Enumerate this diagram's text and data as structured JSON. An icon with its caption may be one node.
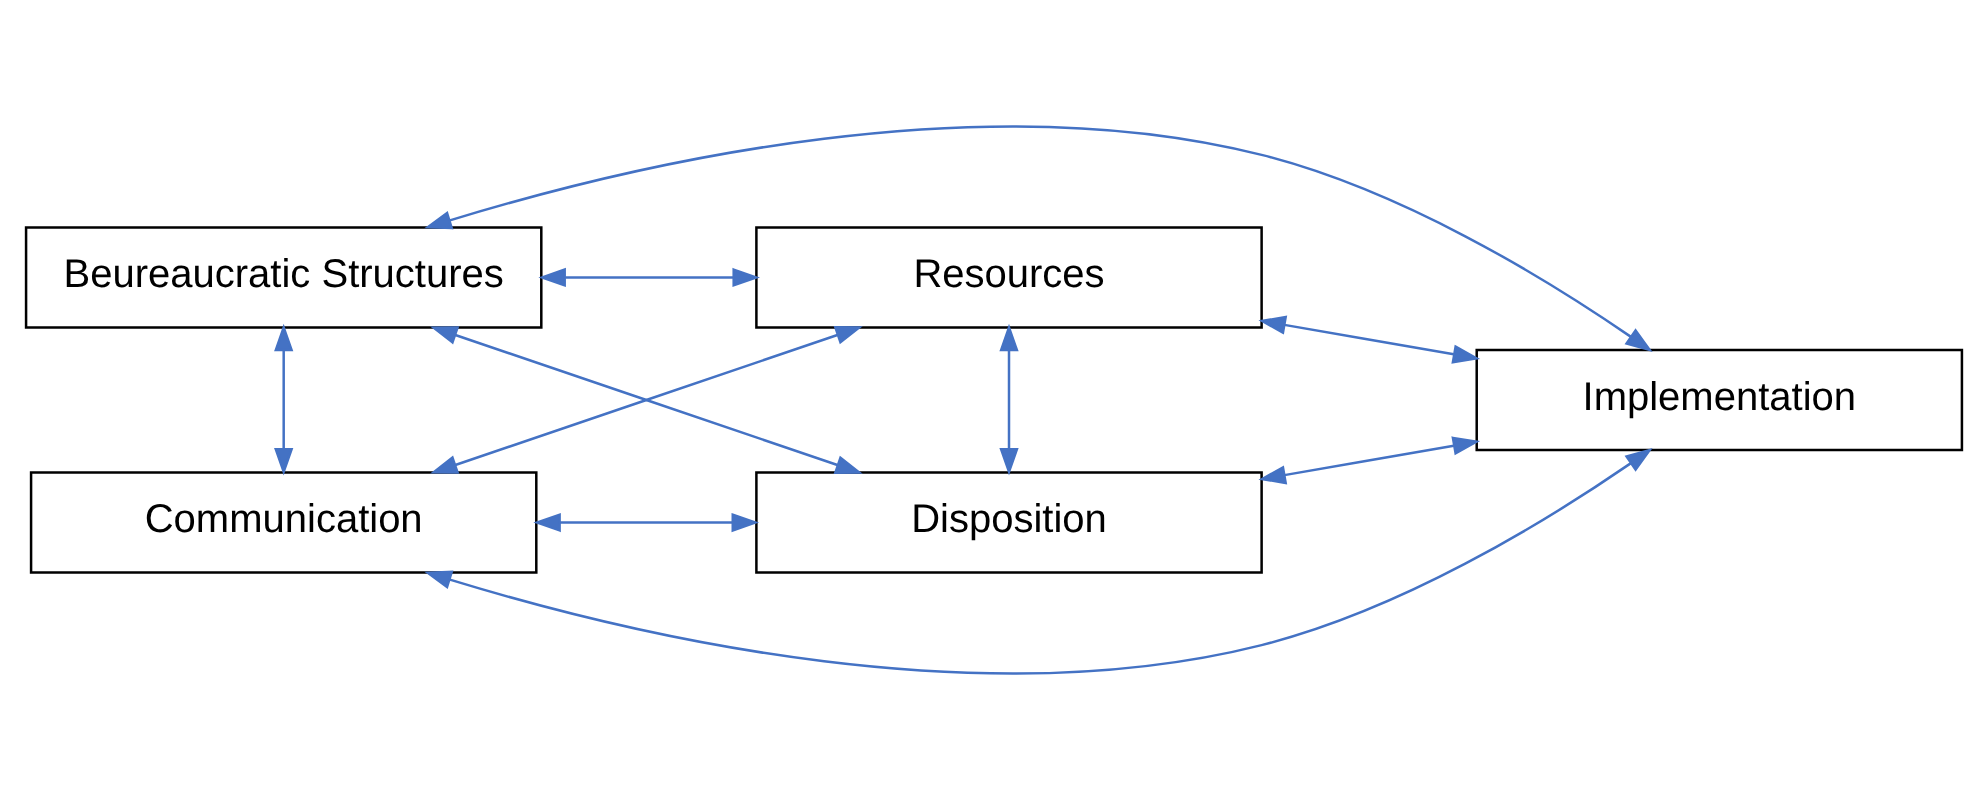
{
  "diagram": {
    "nodes": [
      {
        "text": [
          "Beureaucratic Structures"
        ]
      },
      {
        "text": [
          "Resources"
        ]
      },
      {
        "text": [
          "Implementation"
        ]
      },
      {
        "text": [
          "Disposition"
        ]
      },
      {
        "text": [
          "Communication"
        ]
      }
    ],
    "edges": [
      {
        "from": 2,
        "to": 0,
        "arrow": "both"
      },
      {
        "from": 0,
        "to": 1,
        "arrow": "both"
      },
      {
        "from": 0,
        "to": 3,
        "arrow": "both"
      },
      {
        "from": 0,
        "to": 4,
        "arrow": "both"
      },
      {
        "from": 4,
        "to": 1,
        "arrow": "both"
      },
      {
        "from": 4,
        "to": 3,
        "arrow": "both"
      },
      {
        "from": 1,
        "to": 3,
        "arrow": "both"
      },
      {
        "from": 1,
        "to": 2,
        "arrow": "both"
      },
      {
        "from": 3,
        "to": 2,
        "arrow": "both"
      },
      {
        "from": 4,
        "to": 2,
        "arrow": "both"
      }
    ]
  }
}
